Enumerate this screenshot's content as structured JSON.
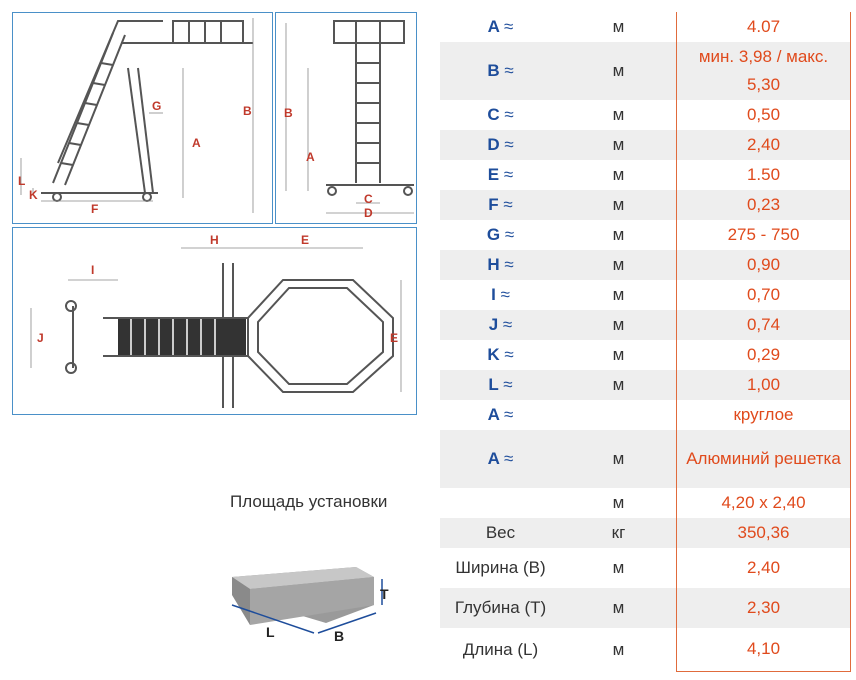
{
  "drawing": {
    "side_view_labels": [
      "L",
      "K",
      "F",
      "G",
      "A",
      "B"
    ],
    "front_view_labels": [
      "B",
      "A",
      "C",
      "D"
    ],
    "top_view_labels": [
      "H",
      "E",
      "I",
      "J",
      "E"
    ]
  },
  "install_area": {
    "title": "Площадь установки",
    "dim_T": "T",
    "dim_L": "L",
    "dim_B": "B"
  },
  "rows": [
    {
      "key": "A",
      "approx": "≈",
      "unit": "м",
      "value": "4.07"
    },
    {
      "key": "B",
      "approx": "≈",
      "unit": "м",
      "value": "мин. 3,98 / макс. 5,30"
    },
    {
      "key": "C",
      "approx": "≈",
      "unit": "м",
      "value": "0,50"
    },
    {
      "key": "D",
      "approx": "≈",
      "unit": "м",
      "value": "2,40"
    },
    {
      "key": "E",
      "approx": "≈",
      "unit": "м",
      "value": "1.50"
    },
    {
      "key": "F",
      "approx": "≈",
      "unit": "м",
      "value": "0,23"
    },
    {
      "key": "G",
      "approx": "≈",
      "unit": "м",
      "value": "275 - 750"
    },
    {
      "key": "H",
      "approx": "≈",
      "unit": "м",
      "value": "0,90"
    },
    {
      "key": "I",
      "approx": "≈",
      "unit": "м",
      "value": "0,70"
    },
    {
      "key": "J",
      "approx": "≈",
      "unit": "м",
      "value": "0,74"
    },
    {
      "key": "K",
      "approx": "≈",
      "unit": "м",
      "value": "0,29"
    },
    {
      "key": "L",
      "approx": "≈",
      "unit": "м",
      "value": "1,00"
    },
    {
      "key": "A",
      "approx": "≈",
      "unit": "",
      "value": "круглое"
    },
    {
      "key": "A",
      "approx": "≈",
      "unit": "м",
      "value": "Алюминий решетка"
    },
    {
      "key": "",
      "approx": "",
      "unit": "м",
      "value": "4,20 x 2,40"
    },
    {
      "key": "Вес",
      "approx": "",
      "unit": "кг",
      "value": "350,36"
    },
    {
      "key": "Ширина (B)",
      "approx": "",
      "unit": "м",
      "value": "2,40"
    },
    {
      "key": "Глубина (T)",
      "approx": "",
      "unit": "м",
      "value": "2,30"
    },
    {
      "key": "Длина (L)",
      "approx": "",
      "unit": "м",
      "value": "4,10"
    }
  ],
  "colors": {
    "accent_blue": "#1e4d9b",
    "accent_red": "#e04a1c",
    "dim_red": "#c0392b",
    "frame_blue": "#4a90c8"
  }
}
